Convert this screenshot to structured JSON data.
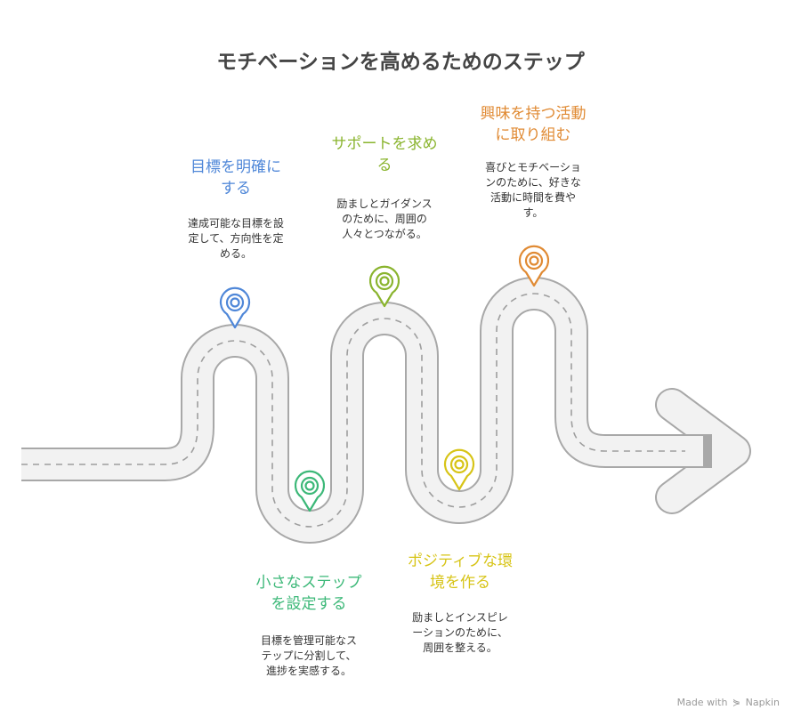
{
  "title": "モチベーションを高めるためのステップ",
  "colors": {
    "road_fill": "#f2f2f2",
    "road_edge": "#a8a8a8",
    "road_center": "#9e9e9e",
    "blue": "#4f87d8",
    "green": "#3cb878",
    "lime": "#8ab42e",
    "yellow": "#d7c417",
    "orange": "#e08a33",
    "title_color": "#454545"
  },
  "steps": [
    {
      "id": "clarify-goals",
      "heading": "目標を明確に\nする",
      "description": "達成可能な目標を設\n定して、方向性を定\nめる。",
      "color": "#4f87d8",
      "icon": "location-pin-icon"
    },
    {
      "id": "small-steps",
      "heading": "小さなステップ\nを設定する",
      "description": "目標を管理可能なス\nテップに分割して、\n進捗を実感する。",
      "color": "#3cb878",
      "icon": "location-pin-icon"
    },
    {
      "id": "seek-support",
      "heading": "サポートを求め\nる",
      "description": "励ましとガイダンス\nのために、周囲の\n人々とつながる。",
      "color": "#8ab42e",
      "icon": "location-pin-icon"
    },
    {
      "id": "positive-environment",
      "heading": "ポジティブな環\n境を作る",
      "description": "励ましとインスピレ\nーションのために、\n周囲を整える。",
      "color": "#d7c417",
      "icon": "location-pin-icon"
    },
    {
      "id": "engaging-activities",
      "heading": "興味を持つ活動\nに取り組む",
      "description": "喜びとモチベーショ\nンのために、好きな\n活動に時間を費や\nす。",
      "color": "#e08a33",
      "icon": "location-pin-icon"
    }
  ],
  "footer": {
    "made_with": "Made with",
    "brand": "Napkin",
    "icon": "napkin-logo-icon"
  }
}
